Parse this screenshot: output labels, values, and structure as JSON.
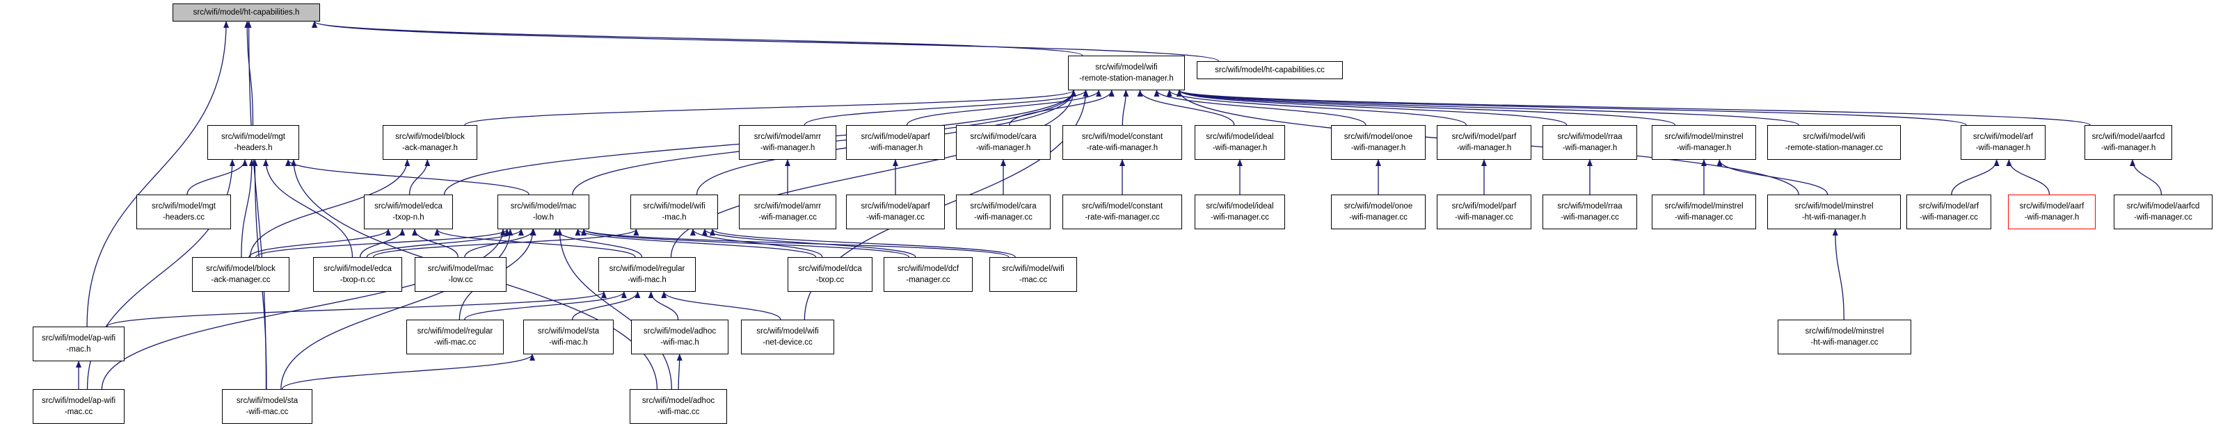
{
  "colors": {
    "edge": "#191970",
    "border": "#000000",
    "root_fill": "#bfbfbf",
    "incomplete_border": "#ff0000"
  },
  "nodes": [
    {
      "id": "ht",
      "lines": [
        "src/wifi/model/ht-capabilities.h"
      ],
      "root": true
    },
    {
      "id": "rsm",
      "lines": [
        "src/wifi/model/wifi",
        "-remote-station-manager.h"
      ]
    },
    {
      "id": "htcc",
      "lines": [
        "src/wifi/model/ht-capabilities.cc"
      ]
    },
    {
      "id": "mgt",
      "lines": [
        "src/wifi/model/mgt",
        "-headers.h"
      ]
    },
    {
      "id": "bam",
      "lines": [
        "src/wifi/model/block",
        "-ack-manager.h"
      ]
    },
    {
      "id": "amrr",
      "lines": [
        "src/wifi/model/amrr",
        "-wifi-manager.h"
      ]
    },
    {
      "id": "aparf",
      "lines": [
        "src/wifi/model/aparf",
        "-wifi-manager.h"
      ]
    },
    {
      "id": "cara",
      "lines": [
        "src/wifi/model/cara",
        "-wifi-manager.h"
      ]
    },
    {
      "id": "crate",
      "lines": [
        "src/wifi/model/constant",
        "-rate-wifi-manager.h"
      ]
    },
    {
      "id": "ideal",
      "lines": [
        "src/wifi/model/ideal",
        "-wifi-manager.h"
      ]
    },
    {
      "id": "onoe",
      "lines": [
        "src/wifi/model/onoe",
        "-wifi-manager.h"
      ]
    },
    {
      "id": "parf",
      "lines": [
        "src/wifi/model/parf",
        "-wifi-manager.h"
      ]
    },
    {
      "id": "rraa",
      "lines": [
        "src/wifi/model/rraa",
        "-wifi-manager.h"
      ]
    },
    {
      "id": "minst",
      "lines": [
        "src/wifi/model/minstrel",
        "-wifi-manager.h"
      ]
    },
    {
      "id": "rsmcc",
      "lines": [
        "src/wifi/model/wifi",
        "-remote-station-manager.cc"
      ]
    },
    {
      "id": "arf",
      "lines": [
        "src/wifi/model/arf",
        "-wifi-manager.h"
      ]
    },
    {
      "id": "aarfcd",
      "lines": [
        "src/wifi/model/aarfcd",
        "-wifi-manager.h"
      ]
    },
    {
      "id": "mgtcc",
      "lines": [
        "src/wifi/model/mgt",
        "-headers.cc"
      ]
    },
    {
      "id": "edcah",
      "lines": [
        "src/wifi/model/edca",
        "-txop-n.h"
      ]
    },
    {
      "id": "maclowh",
      "lines": [
        "src/wifi/model/mac",
        "-low.h"
      ]
    },
    {
      "id": "wifimach",
      "lines": [
        "src/wifi/model/wifi",
        "-mac.h"
      ]
    },
    {
      "id": "amrrcc",
      "lines": [
        "src/wifi/model/amrr",
        "-wifi-manager.cc"
      ]
    },
    {
      "id": "aparfcc",
      "lines": [
        "src/wifi/model/aparf",
        "-wifi-manager.cc"
      ]
    },
    {
      "id": "caracc",
      "lines": [
        "src/wifi/model/cara",
        "-wifi-manager.cc"
      ]
    },
    {
      "id": "cratecc",
      "lines": [
        "src/wifi/model/constant",
        "-rate-wifi-manager.cc"
      ]
    },
    {
      "id": "idealcc",
      "lines": [
        "src/wifi/model/ideal",
        "-wifi-manager.cc"
      ]
    },
    {
      "id": "onoecc",
      "lines": [
        "src/wifi/model/onoe",
        "-wifi-manager.cc"
      ]
    },
    {
      "id": "parfcc",
      "lines": [
        "src/wifi/model/parf",
        "-wifi-manager.cc"
      ]
    },
    {
      "id": "rraacc",
      "lines": [
        "src/wifi/model/rraa",
        "-wifi-manager.cc"
      ]
    },
    {
      "id": "minstcc",
      "lines": [
        "src/wifi/model/minstrel",
        "-wifi-manager.cc"
      ]
    },
    {
      "id": "mhth",
      "lines": [
        "src/wifi/model/minstrel",
        "-ht-wifi-manager.h"
      ]
    },
    {
      "id": "arfcc",
      "lines": [
        "src/wifi/model/arf",
        "-wifi-manager.cc"
      ]
    },
    {
      "id": "aarfh",
      "lines": [
        "src/wifi/model/aarf",
        "-wifi-manager.h"
      ]
    },
    {
      "id": "aarfcdcc",
      "lines": [
        "src/wifi/model/aarfcd",
        "-wifi-manager.cc"
      ]
    },
    {
      "id": "bamcc",
      "lines": [
        "src/wifi/model/block",
        "-ack-manager.cc"
      ]
    },
    {
      "id": "edcacc",
      "lines": [
        "src/wifi/model/edca",
        "-txop-n.cc"
      ]
    },
    {
      "id": "maclowcc",
      "lines": [
        "src/wifi/model/mac",
        "-low.cc"
      ]
    },
    {
      "id": "regh",
      "lines": [
        "src/wifi/model/regular",
        "-wifi-mac.h"
      ]
    },
    {
      "id": "dca",
      "lines": [
        "src/wifi/model/dca",
        "-txop.cc"
      ]
    },
    {
      "id": "dcf",
      "lines": [
        "src/wifi/model/dcf",
        "-manager.cc"
      ]
    },
    {
      "id": "wifimaccc",
      "lines": [
        "src/wifi/model/wifi",
        "-mac.cc"
      ]
    },
    {
      "id": "mhtcc",
      "lines": [
        "src/wifi/model/minstrel",
        "-ht-wifi-manager.cc"
      ]
    },
    {
      "id": "aph",
      "lines": [
        "src/wifi/model/ap-wifi",
        "-mac.h"
      ]
    },
    {
      "id": "regcc",
      "lines": [
        "src/wifi/model/regular",
        "-wifi-mac.cc"
      ]
    },
    {
      "id": "stah",
      "lines": [
        "src/wifi/model/sta",
        "-wifi-mac.h"
      ]
    },
    {
      "id": "adhoch",
      "lines": [
        "src/wifi/model/adhoc",
        "-wifi-mac.h"
      ]
    },
    {
      "id": "netdev",
      "lines": [
        "src/wifi/model/wifi",
        "-net-device.cc"
      ]
    },
    {
      "id": "apcc",
      "lines": [
        "src/wifi/model/ap-wifi",
        "-mac.cc"
      ]
    },
    {
      "id": "stacc",
      "lines": [
        "src/wifi/model/sta",
        "-wifi-mac.cc"
      ]
    },
    {
      "id": "adhoccc",
      "lines": [
        "src/wifi/model/adhoc",
        "-wifi-mac.cc"
      ]
    }
  ]
}
